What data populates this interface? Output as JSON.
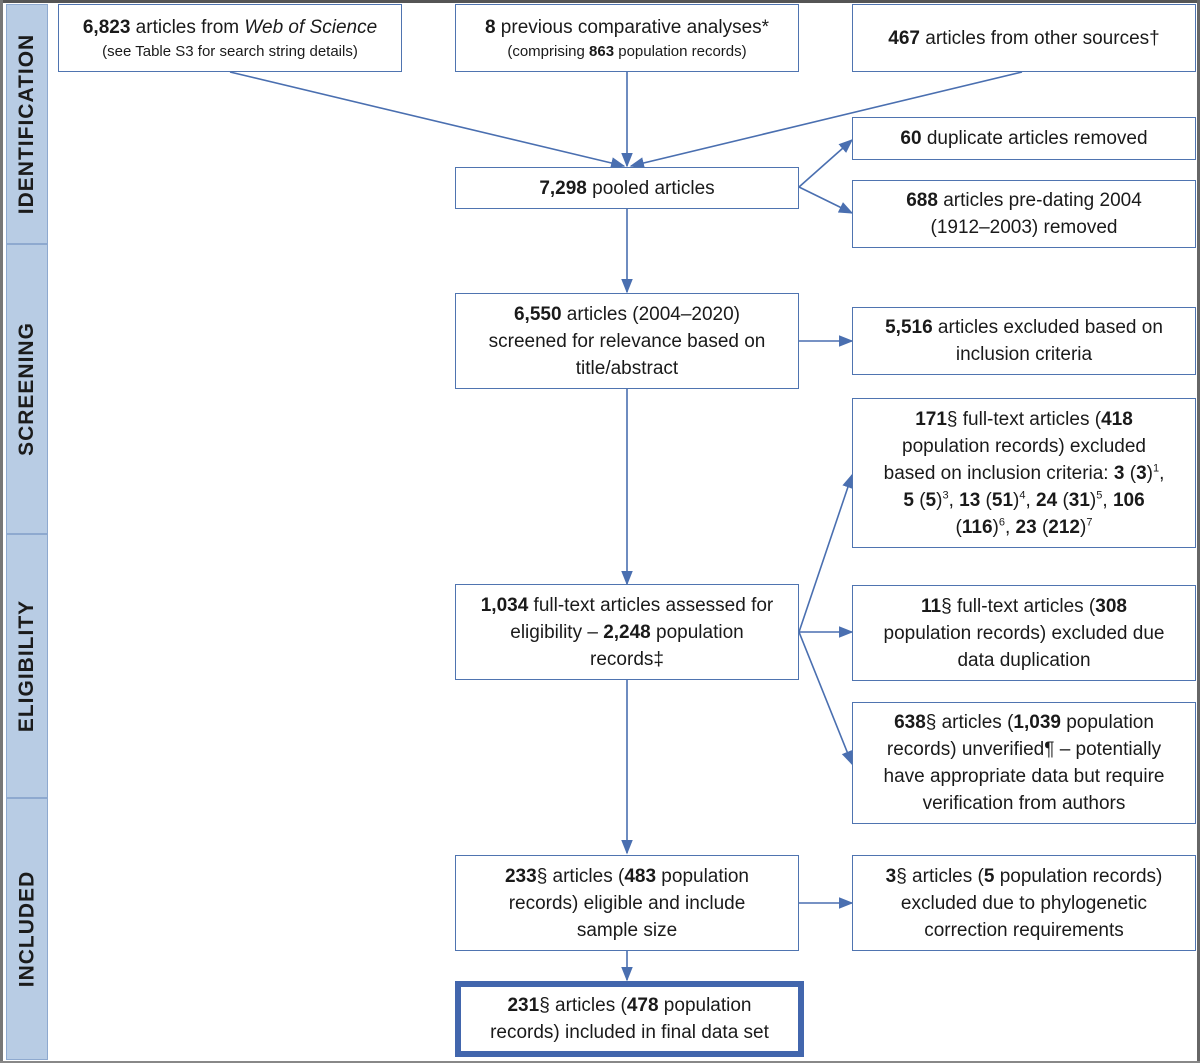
{
  "phases": {
    "identification": "IDENTIFICATION",
    "screening": "SCREENING",
    "eligibility": "ELIGIBILITY",
    "included": "INCLUDED"
  },
  "boxes": {
    "wos": {
      "n": "6,823",
      "t1": " articles from ",
      "t2": "Web of Science",
      "sub": "(see Table S3 for search string details)"
    },
    "previous": {
      "n": "8",
      "t1": " previous comparative analyses*",
      "sub1": "(comprising ",
      "sub_n": "863",
      "sub2": " population records)"
    },
    "other": {
      "n": "467",
      "t1": " articles from other sources†"
    },
    "duplicates": {
      "n": "60",
      "t1": " duplicate articles removed"
    },
    "pooled": {
      "n": "7,298",
      "t1": " pooled articles"
    },
    "predating": {
      "n": "688",
      "t1": " articles pre-dating 2004",
      "t2": "(1912–2003) removed"
    },
    "screened": {
      "n": "6,550",
      "t1": " articles (2004–2020)",
      "t2": "screened for relevance based on",
      "t3": "title/abstract"
    },
    "excluded_title": {
      "n": "5,516",
      "t1": " articles excluded based on",
      "t2": "inclusion criteria"
    },
    "excluded_fulltext": {
      "n": "171",
      "t1": "§ full-text articles (",
      "n2": "418",
      "t2": "population records) excluded",
      "t3": "based on inclusion criteria: ",
      "e1a": "3",
      "e1b": "3",
      "s1": "1",
      "e2a": "5",
      "e2b": "5",
      "s2": "3",
      "e3a": "13",
      "e3b": "51",
      "s3": "4",
      "e4a": "24",
      "e4b": "31",
      "s4": "5",
      "e5a": "106",
      "e5b": "116",
      "s5": "6",
      "e6a": "23",
      "e6b": "212",
      "s6": "7"
    },
    "assessed": {
      "n": "1,034",
      "t1": " full-text articles assessed for",
      "t2": "eligibility – ",
      "n2": "2,248",
      "t3": " population",
      "t4": "records‡"
    },
    "duplication": {
      "n": "11",
      "t1": "§ full-text articles (",
      "n2": "308",
      "t2": "population records) excluded due",
      "t3": "data duplication"
    },
    "unverified": {
      "n": "638",
      "t1": "§ articles (",
      "n2": "1,039",
      "t2": " population",
      "t3": "records) unverified¶ – potentially",
      "t4": "have appropriate data but require",
      "t5": "verification from authors"
    },
    "eligible": {
      "n": "233",
      "t1": "§ articles (",
      "n2": "483",
      "t2": " population",
      "t3": "records) eligible and include",
      "t4": "sample size"
    },
    "phylo": {
      "n": "3",
      "t1": "§ articles (",
      "n2": "5",
      "t2": " population records)",
      "t3": "excluded due to phylogenetic",
      "t4": "correction requirements"
    },
    "final": {
      "n": "231",
      "t1": "§ articles (",
      "n2": "478",
      "t2": " population",
      "t3": "records) included in final data set"
    }
  },
  "colors": {
    "box_border": "#4f74b0",
    "arrow": "#4a6fb0",
    "phase_fill": "#b8cce4"
  }
}
